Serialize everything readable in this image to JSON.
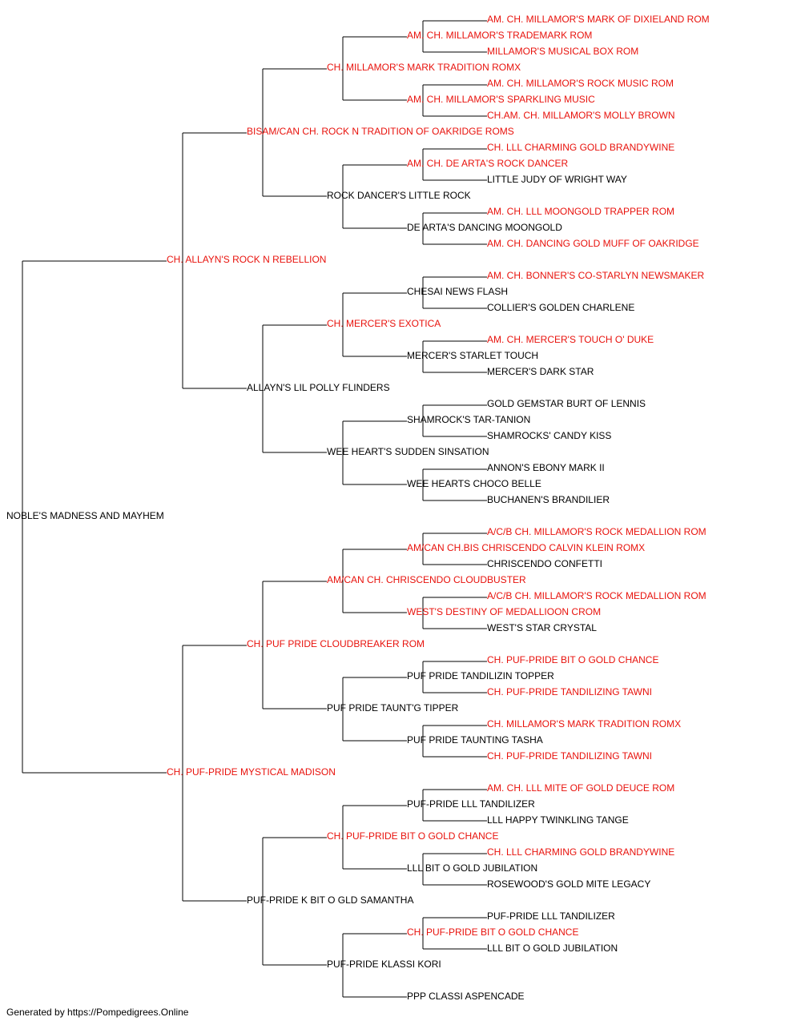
{
  "pedigree": {
    "root": {
      "name": "NOBLE'S MADNESS AND MAYHEM",
      "champion": false,
      "sire": {
        "name": "CH. ALLAYN'S ROCK N REBELLION",
        "champion": true,
        "sire": {
          "name": "BISAM/CAN CH. ROCK N TRADITION OF OAKRIDGE ROMS",
          "champion": true,
          "sire": {
            "name": "CH. MILLAMOR'S MARK TRADITION ROMX",
            "champion": true,
            "sire": {
              "name": "AM. CH. MILLAMOR'S TRADEMARK ROM",
              "champion": true,
              "sire": {
                "name": "AM. CH. MILLAMOR'S MARK OF DIXIELAND ROM",
                "champion": true
              },
              "dam": {
                "name": "MILLAMOR'S MUSICAL BOX ROM",
                "champion": true
              }
            },
            "dam": {
              "name": "AM. CH. MILLAMOR'S SPARKLING MUSIC",
              "champion": true,
              "sire": {
                "name": "AM. CH. MILLAMOR'S ROCK MUSIC ROM",
                "champion": true
              },
              "dam": {
                "name": "CH.AM. CH. MILLAMOR'S MOLLY BROWN",
                "champion": true
              }
            }
          },
          "dam": {
            "name": "ROCK DANCER'S LITTLE ROCK",
            "champion": false,
            "sire": {
              "name": "AM. CH. DE ARTA'S ROCK DANCER",
              "champion": true,
              "sire": {
                "name": "CH. LLL CHARMING GOLD BRANDYWINE",
                "champion": true
              },
              "dam": {
                "name": "LITTLE JUDY OF WRIGHT WAY",
                "champion": false
              }
            },
            "dam": {
              "name": "DE ARTA'S DANCING MOONGOLD",
              "champion": false,
              "sire": {
                "name": "AM. CH. LLL MOONGOLD TRAPPER ROM",
                "champion": true
              },
              "dam": {
                "name": "AM. CH. DANCING GOLD MUFF OF OAKRIDGE",
                "champion": true
              }
            }
          }
        },
        "dam": {
          "name": "ALLAYN'S LIL POLLY FLINDERS",
          "champion": false,
          "sire": {
            "name": "CH. MERCER'S EXOTICA",
            "champion": true,
            "sire": {
              "name": "CHESAI NEWS FLASH",
              "champion": false,
              "sire": {
                "name": "AM. CH. BONNER'S CO-STARLYN NEWSMAKER",
                "champion": true
              },
              "dam": {
                "name": "COLLIER'S GOLDEN CHARLENE",
                "champion": false
              }
            },
            "dam": {
              "name": "MERCER'S STARLET TOUCH",
              "champion": false,
              "sire": {
                "name": "AM. CH. MERCER'S TOUCH O' DUKE",
                "champion": true
              },
              "dam": {
                "name": "MERCER'S DARK STAR",
                "champion": false
              }
            }
          },
          "dam": {
            "name": "WEE HEART'S SUDDEN SINSATION",
            "champion": false,
            "sire": {
              "name": "SHAMROCK'S TAR-TANION",
              "champion": false,
              "sire": {
                "name": "GOLD GEMSTAR BURT OF LENNIS",
                "champion": false
              },
              "dam": {
                "name": "SHAMROCKS' CANDY KISS",
                "champion": false
              }
            },
            "dam": {
              "name": "WEE HEARTS CHOCO BELLE",
              "champion": false,
              "sire": {
                "name": "ANNON'S EBONY MARK II",
                "champion": false
              },
              "dam": {
                "name": "BUCHANEN'S BRANDILIER",
                "champion": false
              }
            }
          }
        }
      },
      "dam": {
        "name": "CH. PUF-PRIDE MYSTICAL MADISON",
        "champion": true,
        "sire": {
          "name": "CH. PUF PRIDE CLOUDBREAKER ROM",
          "champion": true,
          "sire": {
            "name": "AM/CAN CH. CHRISCENDO CLOUDBUSTER",
            "champion": true,
            "sire": {
              "name": "AM/CAN CH.BIS CHRISCENDO CALVIN KLEIN ROMX",
              "champion": true,
              "sire": {
                "name": "A/C/B CH. MILLAMOR'S ROCK MEDALLION ROM",
                "champion": true
              },
              "dam": {
                "name": "CHRISCENDO CONFETTI",
                "champion": false
              }
            },
            "dam": {
              "name": "WEST'S DESTINY OF MEDALLIOON CROM",
              "champion": true,
              "sire": {
                "name": "A/C/B CH. MILLAMOR'S ROCK MEDALLION ROM",
                "champion": true
              },
              "dam": {
                "name": "WEST'S STAR CRYSTAL",
                "champion": false
              }
            }
          },
          "dam": {
            "name": "PUF PRIDE TAUNT'G TIPPER",
            "champion": false,
            "sire": {
              "name": "PUF PRIDE TANDILIZIN TOPPER",
              "champion": false,
              "sire": {
                "name": "CH. PUF-PRIDE BIT O GOLD CHANCE",
                "champion": true
              },
              "dam": {
                "name": "CH. PUF-PRIDE TANDILIZING TAWNI",
                "champion": true
              }
            },
            "dam": {
              "name": "PUF PRIDE TAUNTING TASHA",
              "champion": false,
              "sire": {
                "name": "CH. MILLAMOR'S MARK TRADITION ROMX",
                "champion": true
              },
              "dam": {
                "name": "CH. PUF-PRIDE TANDILIZING TAWNI",
                "champion": true
              }
            }
          }
        },
        "dam": {
          "name": "PUF-PRIDE K BIT O GLD SAMANTHA",
          "champion": false,
          "sire": {
            "name": "CH. PUF-PRIDE BIT O GOLD CHANCE",
            "champion": true,
            "sire": {
              "name": "PUF-PRIDE LLL TANDILIZER",
              "champion": false,
              "sire": {
                "name": "AM. CH. LLL MITE OF GOLD DEUCE ROM",
                "champion": true
              },
              "dam": {
                "name": "LLL HAPPY TWINKLING TANGE",
                "champion": false
              }
            },
            "dam": {
              "name": "LLL BIT O GOLD JUBILATION",
              "champion": false,
              "sire": {
                "name": "CH. LLL CHARMING GOLD BRANDYWINE",
                "champion": true
              },
              "dam": {
                "name": "ROSEWOOD'S GOLD MITE LEGACY",
                "champion": false
              }
            }
          },
          "dam": {
            "name": "PUF-PRIDE KLASSI KORI",
            "champion": false,
            "sire": {
              "name": "CH. PUF-PRIDE BIT O GOLD CHANCE",
              "champion": true,
              "sire": {
                "name": "PUF-PRIDE LLL TANDILIZER",
                "champion": false
              },
              "dam": {
                "name": "LLL BIT O GOLD JUBILATION",
                "champion": false
              }
            },
            "dam": {
              "name": "PPP CLASSI ASPENCADE",
              "champion": false
            }
          }
        }
      }
    }
  },
  "footer": {
    "text": "Generated by https://Pompedigrees.Online"
  },
  "colors": {
    "champion": "#e8120c",
    "regular": "#000000",
    "connector": "#000000"
  }
}
